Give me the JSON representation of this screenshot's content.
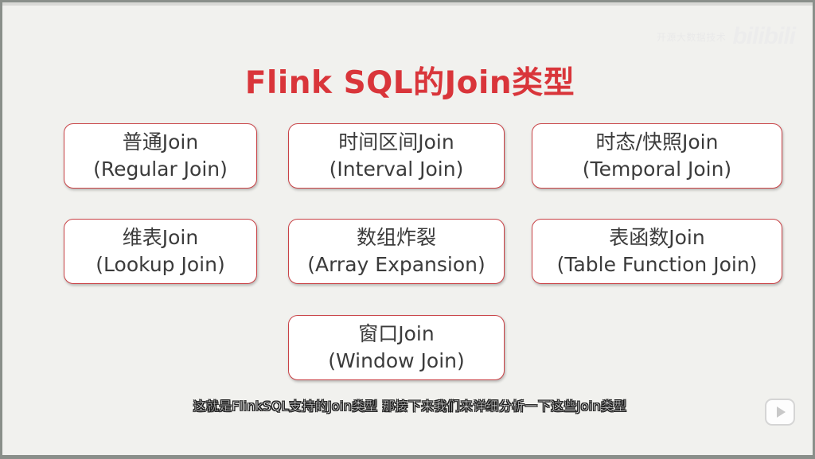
{
  "watermark": {
    "text": "开源大数据技术",
    "logo": "bilibili"
  },
  "slide": {
    "title": "Flink SQL的Join类型",
    "cards": [
      {
        "line1": "普通Join",
        "line2": "(Regular Join)"
      },
      {
        "line1": "时间区间Join",
        "line2": "(Interval Join)"
      },
      {
        "line1": "时态/快照Join",
        "line2": "(Temporal Join)"
      },
      {
        "line1": "维表Join",
        "line2": "(Lookup Join)"
      },
      {
        "line1": "数组炸裂",
        "line2": "(Array Expansion)"
      },
      {
        "line1": "表函数Join",
        "line2": "(Table Function Join)"
      },
      {
        "line1": "窗口Join",
        "line2": "(Window Join)"
      }
    ]
  },
  "subtitle": "这就是FlinkSQL支持的Join类型 那接下来我们来详细分析一下这些Join类型",
  "colors": {
    "title": "#d9353a",
    "card_border": "#c94246",
    "background": "#f1f1ee"
  },
  "icons": {
    "play": "play-icon"
  }
}
